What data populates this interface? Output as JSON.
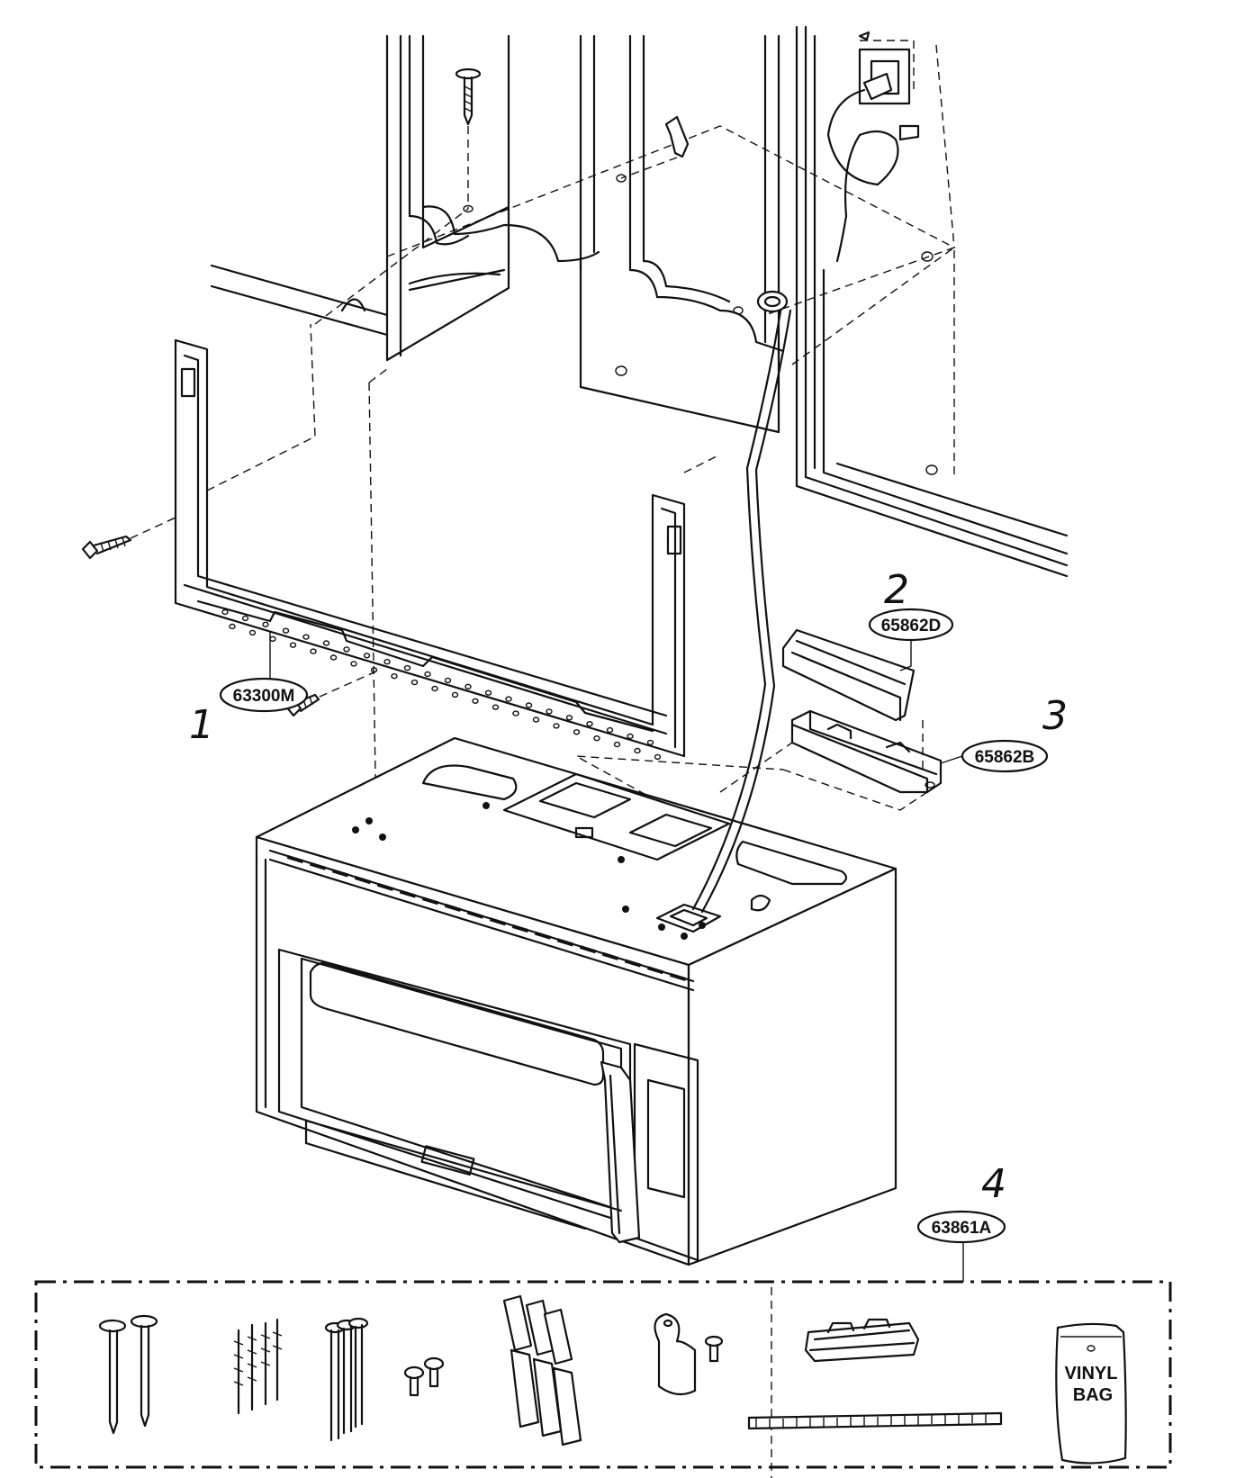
{
  "parts": [
    {
      "item": "1",
      "part_no": "63300M"
    },
    {
      "item": "2",
      "part_no": "65862D"
    },
    {
      "item": "3",
      "part_no": "65862B"
    },
    {
      "item": "4",
      "part_no": "63861A"
    }
  ],
  "hardware_kit": {
    "bag_label_line1": "VINYL",
    "bag_label_line2": "BAG"
  }
}
